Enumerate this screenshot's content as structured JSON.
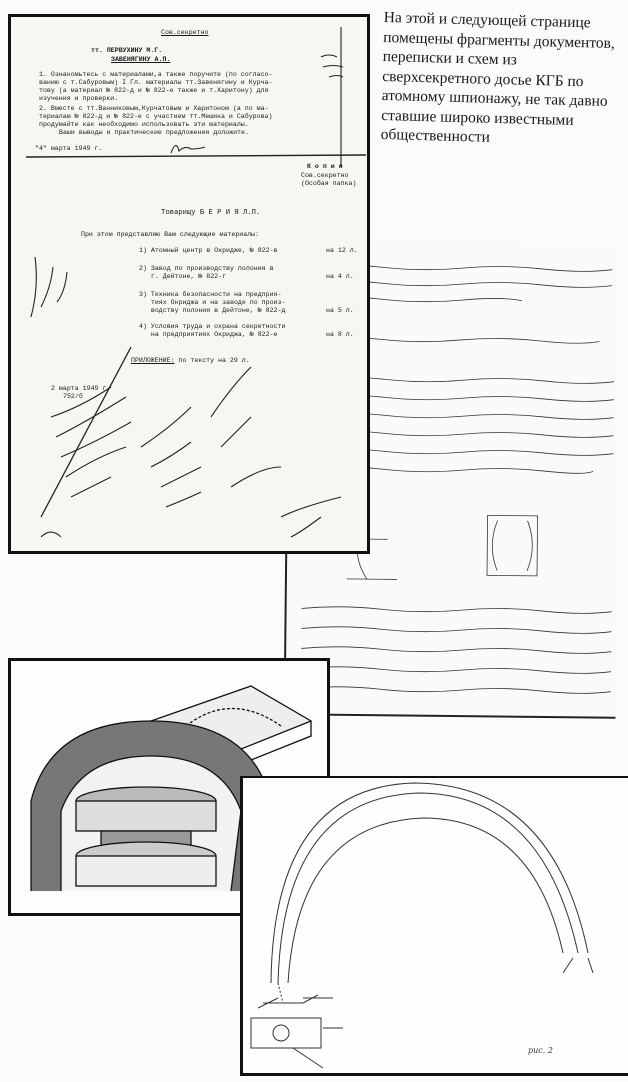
{
  "caption": "На этой и следующей странице помещены фрагменты документов, переписки и схем из сверхсекретного досье КГБ по атомному шпионажу, не так давно ставшие широко известными общественности",
  "document_1": {
    "classification": "Сов.секретно",
    "addressee_1": "тт. ПЕРВУХИНУ М.Г.",
    "addressee_2": "ЗАВЕНЯГИНУ А.П.",
    "body_lines": [
      "1. Ознакомьтесь с материалами,а также поручите (по согласо-",
      "ванию с т.Сабуровым) I Гл. материалы тт.Завенягину и Курча-",
      "тову (а материал № 822-д и № 822-е также и т.Харитону) для",
      "изучения и проверки.",
      "2. Вместе с тт.Ванниковым,Курчатовым и Харитоном (а по ма-",
      "териалам № 822-д и № 822-е с участием тт.Мешика и Сабурова)",
      "продумайте как необходимо использовать эти материалы.",
      "Ваши выводы и практические предложения доложите."
    ],
    "date": "\"4\" марта 1949 г.",
    "copy_label": "К о п и я",
    "copy_class": "Сов.секретно",
    "copy_folder": "(Особая папка)"
  },
  "document_2": {
    "addressee": "Товарищу Б Е Р И Я Л.П.",
    "intro": "При этом представляю Вам следующие материалы:",
    "items": [
      {
        "text": "1) Атомный центр в Окридже, № 822-в",
        "pages": "на 12 л."
      },
      {
        "text": "2) Завод по производству полония в\n   г. Дейтоне, № 822-г",
        "pages": "на 4 л."
      },
      {
        "text": "3) Техника безопасности на предприя-\n   тиях Окриджа и на заводе по произ-\n   водству полония в Дейтоне, № 822-д",
        "pages": "на 5 л."
      },
      {
        "text": "4) Условия труда и охрана секретности\n   на предприятиях Окриджа, № 822-е",
        "pages": "на 8 л."
      }
    ],
    "appendix_label": "ПРИЛОЖЕНИЕ:",
    "appendix_text": " по тексту на 29 л.",
    "date": "2 марта 1949 г.",
    "number": "752/б"
  },
  "diagram": {
    "figure_label": "рис. 2"
  }
}
